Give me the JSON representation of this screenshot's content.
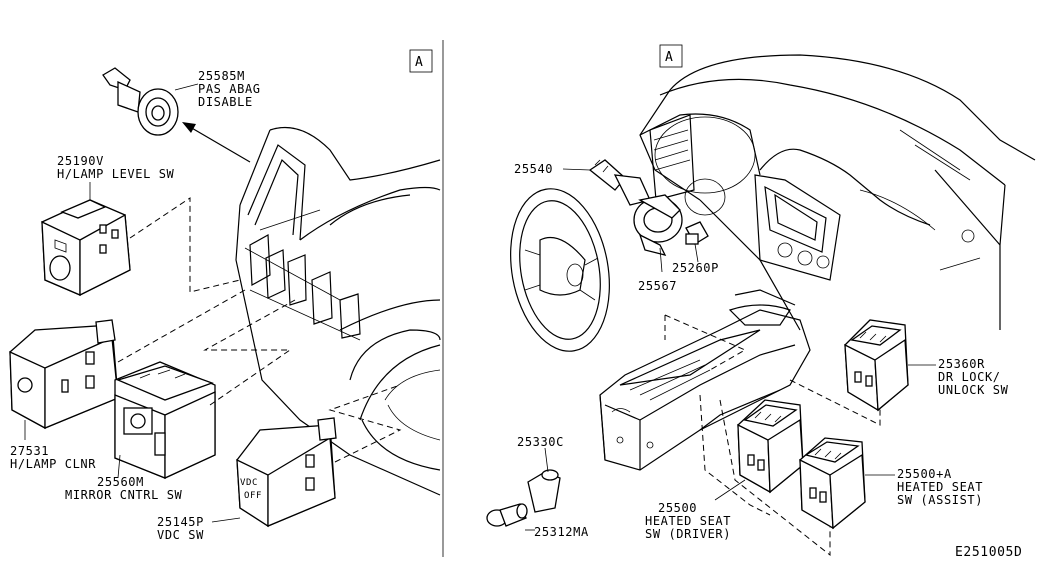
{
  "diagram_id": "E251005D",
  "view_tags": {
    "left": "A",
    "right": "A"
  },
  "parts": {
    "p25585M": {
      "number": "25585M",
      "desc": [
        "PAS ABAG",
        "DISABLE"
      ]
    },
    "p25190V": {
      "number": "25190V",
      "desc": [
        "H/LAMP LEVEL SW"
      ]
    },
    "p27531": {
      "number": "27531",
      "desc": [
        "H/LAMP CLNR"
      ]
    },
    "p25560M": {
      "number": "25560M",
      "desc": [
        "MIRROR CNTRL SW"
      ]
    },
    "p25145P": {
      "number": "25145P",
      "desc": [
        "VDC SW"
      ]
    },
    "p25540": {
      "number": "25540"
    },
    "p25567": {
      "number": "25567"
    },
    "p25260P": {
      "number": "25260P"
    },
    "p25360R": {
      "number": "25360R",
      "desc": [
        "DR LOCK/",
        "UNLOCK SW"
      ]
    },
    "p25330C": {
      "number": "25330C"
    },
    "p25312MA": {
      "number": "25312MA"
    },
    "p25500": {
      "number": "25500",
      "desc": [
        "HEATED SEAT",
        "SW (DRIVER)"
      ]
    },
    "p25500A": {
      "number": "25500+A",
      "desc": [
        "HEATED SEAT",
        "SW (ASSIST)"
      ]
    }
  },
  "switch_face_text": {
    "vdc": [
      "VDC",
      "OFF"
    ]
  }
}
